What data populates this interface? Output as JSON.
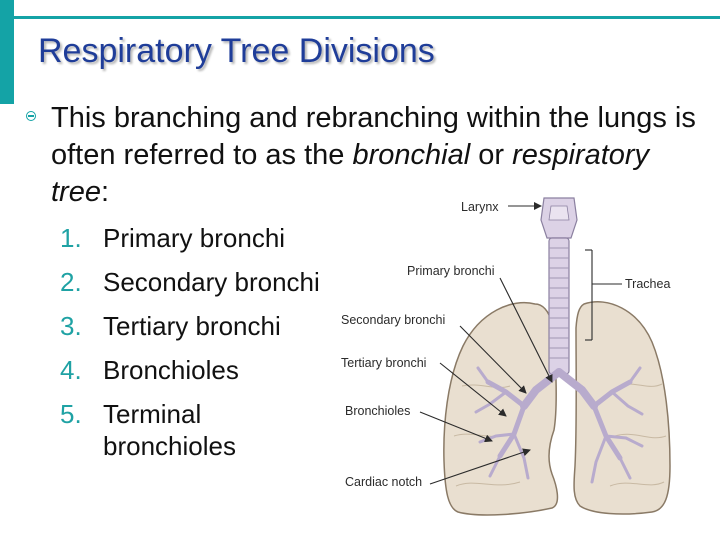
{
  "slide": {
    "title": "Respiratory Tree Divisions",
    "bullet": {
      "text_before": "This branching and rebranching within the lungs is often referred to as the ",
      "italic_1": "bronchial",
      "text_middle": " or ",
      "italic_2": "respiratory tree",
      "text_after": ":"
    },
    "list": [
      {
        "number": "1.",
        "text": "Primary bronchi"
      },
      {
        "number": "2.",
        "text": "Secondary bronchi"
      },
      {
        "number": "3.",
        "text": "Tertiary bronchi"
      },
      {
        "number": "4.",
        "text": "Bronchioles"
      },
      {
        "number": "5.",
        "text": "Terminal bronchioles"
      }
    ]
  },
  "diagram": {
    "labels": {
      "larynx": "Larynx",
      "primary_bronchi": "Primary bronchi",
      "trachea": "Trachea",
      "secondary_bronchi": "Secondary bronchi",
      "tertiary_bronchi": "Tertiary bronchi",
      "bronchioles": "Bronchioles",
      "cardiac_notch": "Cardiac notch"
    }
  },
  "colors": {
    "accent": "#14a3a6",
    "title": "#1f3d99",
    "list_number": "#1fa2a4",
    "lung_tissue": "#e9dfd0",
    "airway": "#d9d0e6"
  }
}
